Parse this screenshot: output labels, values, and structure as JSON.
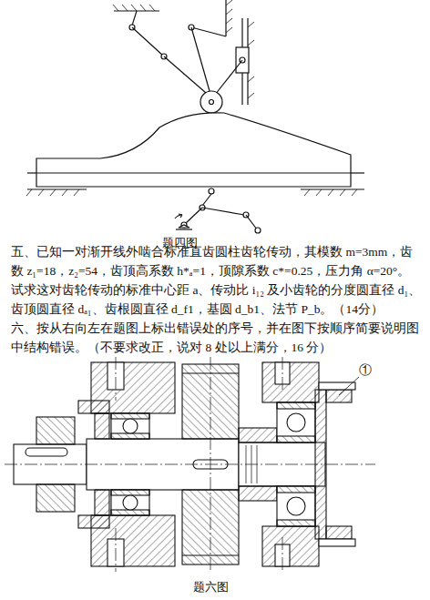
{
  "diagram": {
    "labels": [
      "题四图",
      "五、已知一对渐开线外啮合标准直齿圆柱齿轮传动，其模数 m=3mm，齿数 z₁=18，z₂=54，齿顶高系数 h*ₐ=1，顶隙系数 c*=0.25，压力角 α=20°。试求这对齿轮传动的标准中心距 a、传动比 i₁₂ 及小齿轮的分度圆直径 d₁、齿顶圆直径 dₐ₁、齿根圆直径 d_f1，基圆 d_b1、法节 P_b。（14分）",
      "六、按从右向左在题图上标出错误处的序号，并在图下按顺序简要说明图中结构错误。（不要求改正，说对 8 处以上满分，16 分）",
      "①",
      "题六图"
    ]
  }
}
